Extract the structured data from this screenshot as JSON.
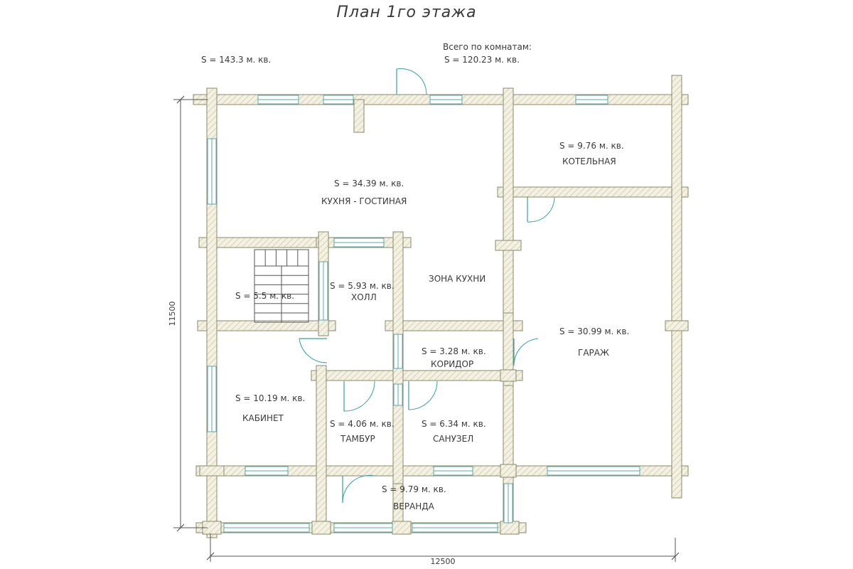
{
  "title": "План 1го этажа",
  "totals": {
    "overall": "S  =  143.3 м. кв.",
    "rooms_caption": "Всего по комнатам:",
    "rooms_value": "S  =  120.23 м. кв."
  },
  "rooms": [
    {
      "id": "kitchen-living",
      "name": "КУХНЯ - ГОСТИНАЯ",
      "area": "S  =  34.39 м. кв."
    },
    {
      "id": "boiler",
      "name": "КОТЕЛЬНАЯ",
      "area": "S  =  9.76 м. кв."
    },
    {
      "id": "stairs",
      "name": "",
      "area": "S  =  5.5 м. кв."
    },
    {
      "id": "hall",
      "name": "ХОЛЛ",
      "area": "S  =  5.93 м. кв."
    },
    {
      "id": "kitchen-zone",
      "name": "ЗОНА КУХНИ",
      "area": ""
    },
    {
      "id": "corridor",
      "name": "КОРИДОР",
      "area": "S  =  3.28 м. кв."
    },
    {
      "id": "garage",
      "name": "ГАРАЖ",
      "area": "S  =  30.99 м. кв."
    },
    {
      "id": "office",
      "name": "КАБИНЕТ",
      "area": "S  =  10.19 м. кв."
    },
    {
      "id": "vestibule",
      "name": "ТАМБУР",
      "area": "S  =  4.06 м. кв."
    },
    {
      "id": "bathroom",
      "name": "САНУЗЕЛ",
      "area": "S  =  6.34 м. кв."
    },
    {
      "id": "veranda",
      "name": "ВЕРАНДА",
      "area": "S  =  9.79 м. кв."
    }
  ],
  "dimensions": {
    "height": "11500",
    "width": "12500"
  },
  "colors": {
    "wall_stroke": "#8a8a6a",
    "wall_fill": "#f4f1e3",
    "hatch": "#c8c4a8",
    "window": "#5aa8a8",
    "door": "#3aa0a0",
    "dim_line": "#555555"
  }
}
